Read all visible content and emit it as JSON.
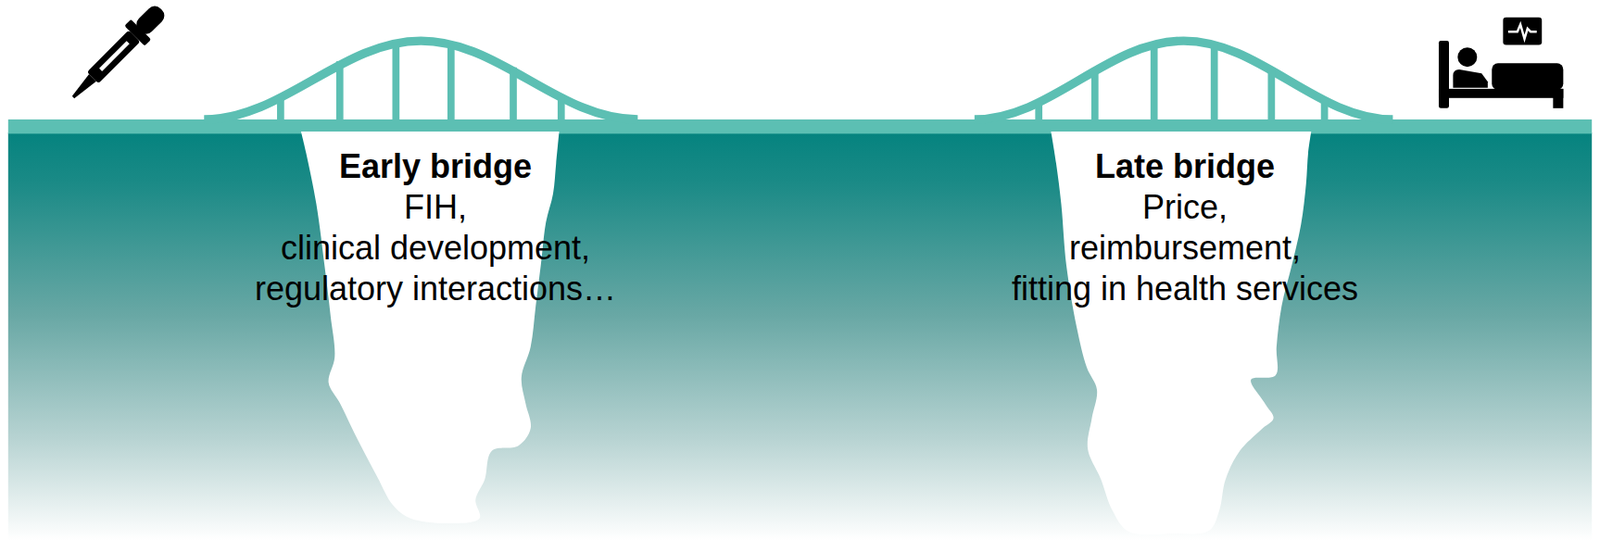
{
  "diagram": {
    "nodes": [
      {
        "text": [
          "Early bridge",
          "FIH, clinical development, regulatory interactions…"
        ]
      },
      {
        "text": [
          "Late bridge",
          "Price, reimbursement, fitting in health services"
        ]
      }
    ]
  }
}
